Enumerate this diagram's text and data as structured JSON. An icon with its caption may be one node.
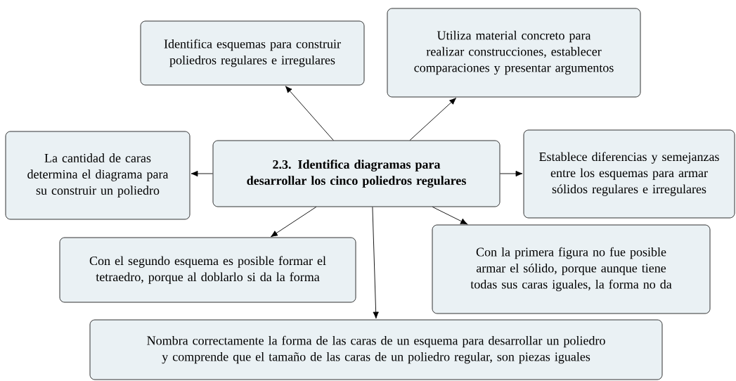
{
  "diagram": {
    "nodes": [
      {
        "text": [
          "2.3. Identifica diagramas para desarrollar los cinco poliedros regulares"
        ]
      },
      {
        "text": [
          "Identifica esquemas para construir poliedros regulares e irregulares"
        ]
      },
      {
        "text": [
          "Utiliza material concreto para realizar construcciones, establecer comparaciones y presentar argumentos"
        ]
      },
      {
        "text": [
          "La cantidad de caras determina el diagrama para su construir un poliedro"
        ]
      },
      {
        "text": [
          "Establece diferencias y semejanzas entre los esquemas para armar sólidos regulares e irregulares"
        ]
      },
      {
        "text": [
          "Con el segundo esquema es posible formar el tetraedro, porque al doblarlo si da la forma"
        ]
      },
      {
        "text": [
          "Con la primera figura no fue posible armar el sólido, porque aunque tiene todas sus caras iguales, la forma no da"
        ]
      },
      {
        "text": [
          "Nombra correctamente la forma de las caras de un esquema para desarrollar un poliedro y comprende que el tamaño de las caras de un poliedro regular, son piezas iguales"
        ]
      }
    ],
    "edges": [
      {
        "from": 0,
        "to": 1,
        "arrow": "to"
      },
      {
        "from": 0,
        "to": 2,
        "arrow": "to"
      },
      {
        "from": 0,
        "to": 3,
        "arrow": "to"
      },
      {
        "from": 0,
        "to": 4,
        "arrow": "to"
      },
      {
        "from": 0,
        "to": 5,
        "arrow": "to"
      },
      {
        "from": 0,
        "to": 6,
        "arrow": "to"
      },
      {
        "from": 0,
        "to": 7,
        "arrow": "to"
      }
    ]
  }
}
